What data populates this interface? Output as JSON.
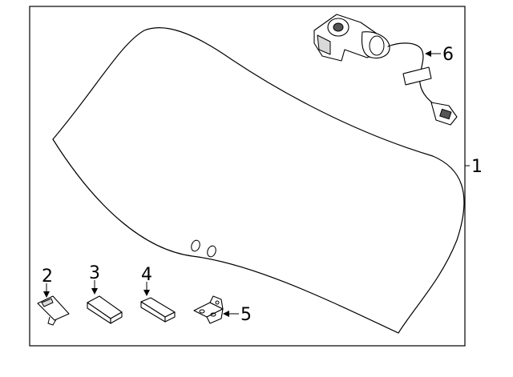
{
  "callouts": {
    "glass": "1",
    "clip": "2",
    "spacer_a": "3",
    "spacer_b": "4",
    "bracket": "5",
    "camera": "6"
  }
}
